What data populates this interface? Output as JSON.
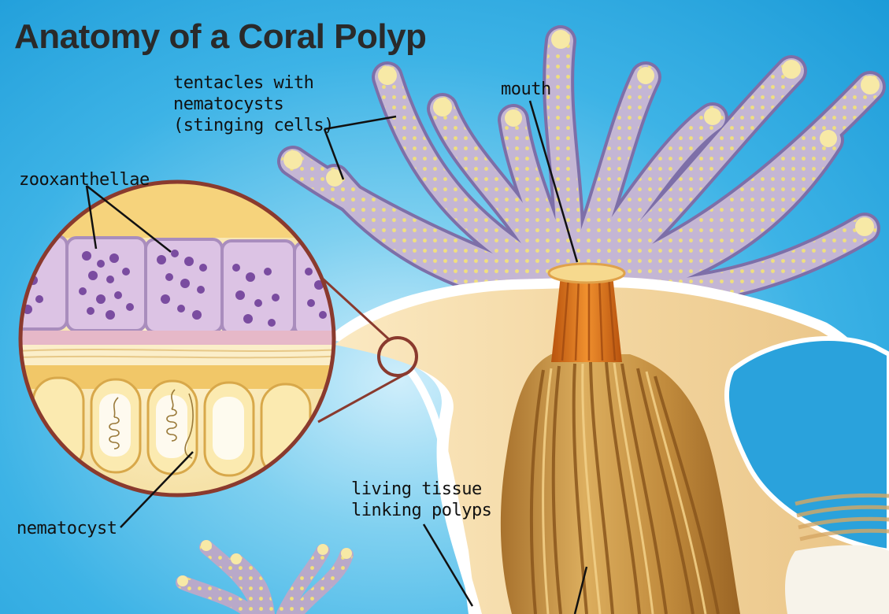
{
  "title": "Anatomy of a Coral Polyp",
  "labels": {
    "tentacles_line1": "tentacles with",
    "tentacles_line2": "nematocysts",
    "tentacles_line3": "(stinging cells)",
    "mouth": "mouth",
    "zooxanthellae": "zooxanthellae",
    "nematocyst": "nematocyst",
    "living_tissue_line1": "living tissue",
    "living_tissue_line2": "linking polyps"
  },
  "colors": {
    "water": "#3db3e6",
    "tentacle": "#b9a9c9",
    "tentacle_dot": "#f3e27a",
    "tissue": "#f3d9a4",
    "gut": "#c98a3a",
    "throat": "#e07a1e",
    "magnifier_border": "#8a3a2e",
    "zooxanthellae_cell": "#d8bde0"
  }
}
